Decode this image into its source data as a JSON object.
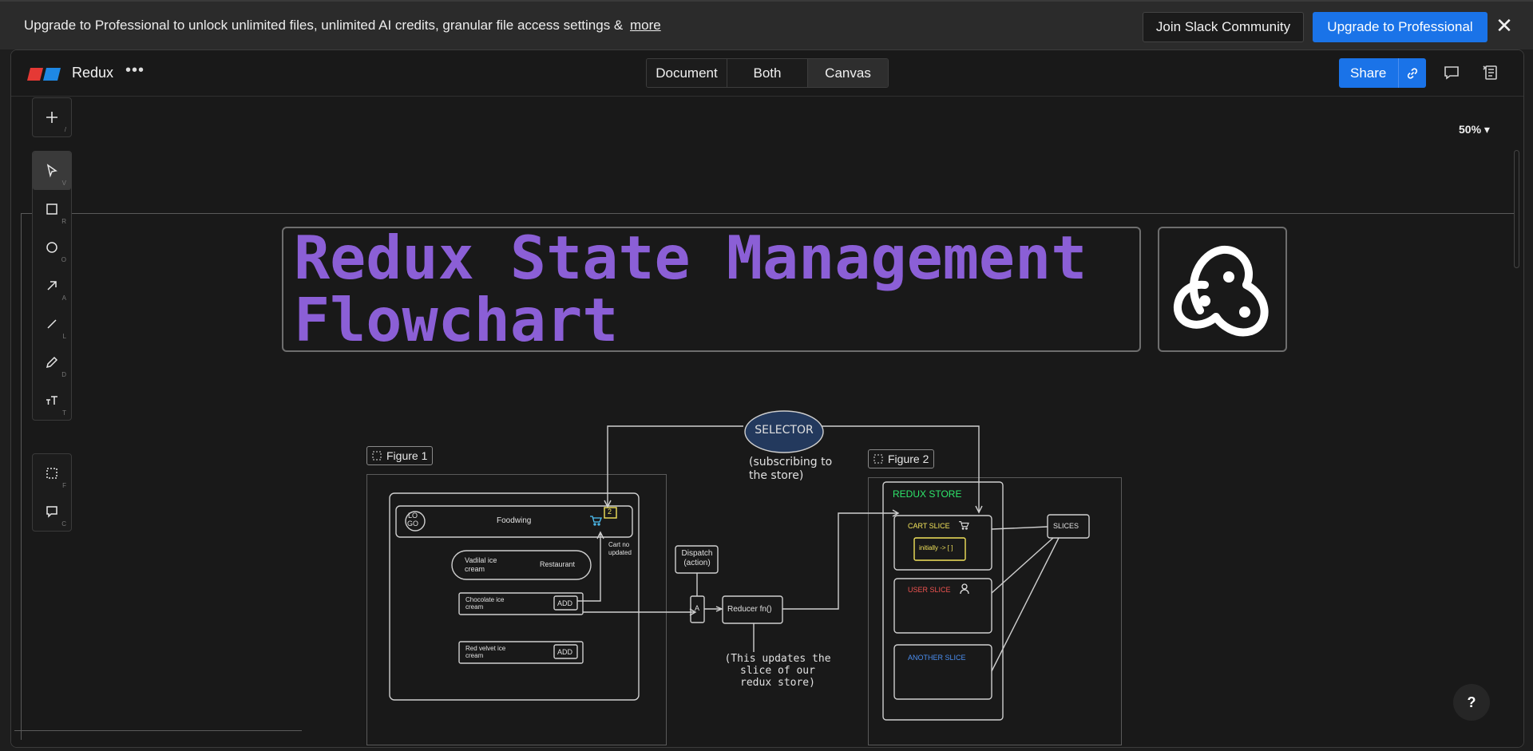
{
  "banner": {
    "message": "Upgrade to Professional to unlock unlimited files, unlimited AI credits, granular file access settings &",
    "more_link": "more",
    "slack_button": "Join Slack Community",
    "upgrade_button": "Upgrade to Professional",
    "close_icon": "close-icon"
  },
  "topbar": {
    "title": "Redux",
    "more_icon": "more-dots-icon",
    "view_modes": [
      "Document",
      "Both",
      "Canvas"
    ],
    "active_view": "Canvas",
    "share_label": "Share"
  },
  "canvas": {
    "zoom": "50%",
    "tools": [
      {
        "name": "add",
        "key": "/"
      },
      {
        "name": "select",
        "key": "V"
      },
      {
        "name": "rectangle",
        "key": "R"
      },
      {
        "name": "ellipse",
        "key": "O"
      },
      {
        "name": "arrow",
        "key": "A"
      },
      {
        "name": "line",
        "key": "L"
      },
      {
        "name": "draw",
        "key": "D"
      },
      {
        "name": "text",
        "key": "T"
      },
      {
        "name": "frame",
        "key": "F"
      },
      {
        "name": "comment",
        "key": "C"
      }
    ],
    "help": "?"
  },
  "board": {
    "title_line1": "Redux State Management",
    "title_line2": "Flowchart",
    "figure1_label": "Figure 1",
    "figure2_label": "Figure 2",
    "selector": "SELECTOR",
    "selector_note_1": "(subscribing to",
    "selector_note_2": "the store)",
    "dispatch_1": "Dispatch",
    "dispatch_2": "(action)",
    "action": "A",
    "reducer": "Reducer fn()",
    "reducer_note_1": "(This updates the",
    "reducer_note_2": "slice of our",
    "reducer_note_3": "redux store)",
    "app": {
      "logo_1": "LO",
      "logo_2": "GO",
      "brand": "Foodwing",
      "cart_count": "2",
      "cart_note_1": "Cart no",
      "cart_note_2": "updated",
      "restaurant_item_1": "Vadilal ice",
      "restaurant_item_2": "cream",
      "restaurant_label": "Restaurant",
      "item1_1": "Chocolate ice",
      "item1_2": "cream",
      "item2_1": "Red velvet ice",
      "item2_2": "cream",
      "add_label": "ADD"
    },
    "store": {
      "title": "REDUX STORE",
      "cart_slice": "CART SLICE",
      "initial": "initially -> [ ]",
      "user_slice": "USER SLICE",
      "another_slice": "ANOTHER SLICE",
      "slices": "SLICES"
    },
    "colors": {
      "title": "#8b5fd6",
      "store_title": "#2ee66b",
      "cart_slice": "#f2e35b",
      "user_slice": "#ef5350",
      "another_slice": "#4b8ef0",
      "selector_fill": "#23395d"
    }
  }
}
